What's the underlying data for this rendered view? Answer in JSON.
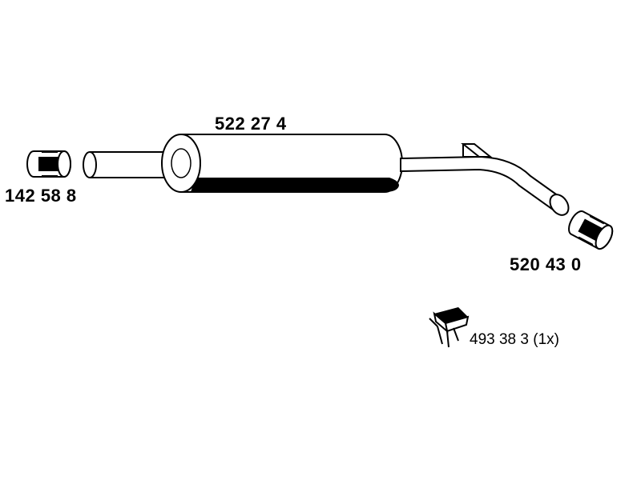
{
  "parts": {
    "middle_silencer": {
      "part_number": "522 27 4"
    },
    "front_clamp": {
      "part_number": "142 58 8"
    },
    "rear_clamp": {
      "part_number": "520 43 0"
    },
    "rubber_mount": {
      "part_number": "493 38 3 (1x)"
    }
  }
}
